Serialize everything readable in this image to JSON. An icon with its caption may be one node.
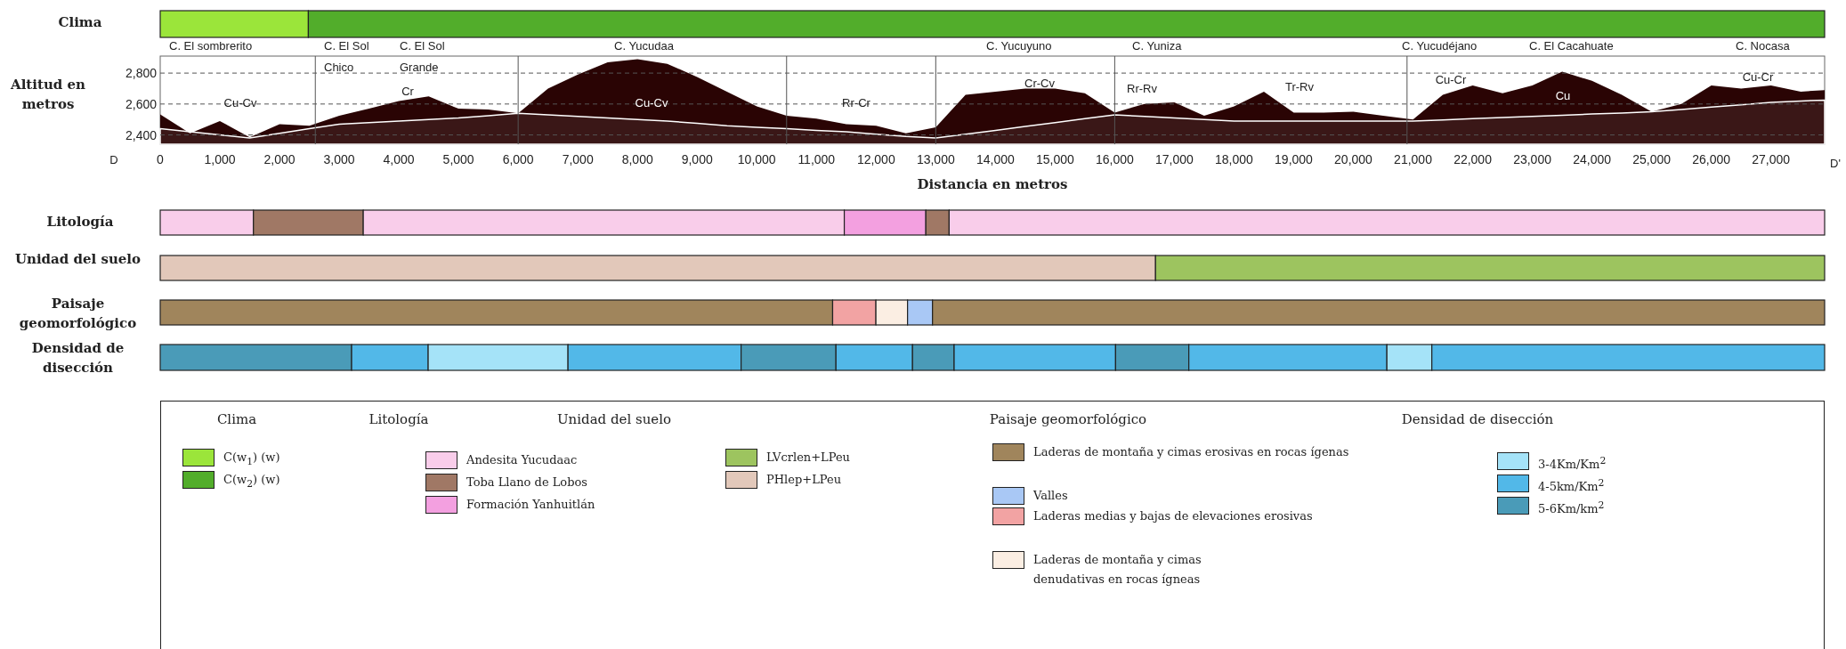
{
  "diagram": {
    "labels": [
      "Clima",
      "C. El sombrerito",
      "C. El Sol Chico",
      "C. El Sol Grande",
      "C. Yucudaa",
      "C. Yucuyuno",
      "C. Yuniza",
      "C. Yucudéjano",
      "C. El Cacahuate",
      "C. Nocasa",
      "Cu-Cv",
      "Cr",
      "Cu-Cv",
      "Rr-Cr",
      "Cr-Cv",
      "Rr-Rv",
      "Tr-Rv",
      "Cu-Cr",
      "Cu",
      "Cu-Cr",
      "D",
      "D'",
      "Litología",
      "Unidad del suelo",
      "Paisaje geomorfológico",
      "Densidad de disección",
      "Clima",
      "Litología",
      "Unidad del suelo",
      "Paisaje geomorfológico",
      "Densidad de disección"
    ],
    "legend": [
      {
        "text": "C(w$_{1}$) (w)",
        "color": "#9be53a"
      },
      {
        "text": "C(w$_{2}$) (w)",
        "color": "#52ad2b"
      },
      {
        "text": "Andesita Yucudaac",
        "color": "#f9cdea"
      },
      {
        "text": "Toba Llano de Lobos",
        "color": "#a07865"
      },
      {
        "text": "Formación Yanhuitlán",
        "color": "#f3a0e0"
      },
      {
        "text": "LVcrlen+LPeu",
        "color": "#9dc45f"
      },
      {
        "text": "PHlep+LPeu",
        "color": "#e2c8ba"
      },
      {
        "text": "Laderas de montaña y cimas erosivas en rocas ígenas",
        "color": "#a0855c"
      },
      {
        "text": "Valles",
        "color": "#a9c8f5"
      },
      {
        "text": "Laderas medias y bajas de elevaciones erosivas",
        "color": "#f2a3a3"
      },
      {
        "text": "Laderas de montaña y cimas denudativas en rocas ígneas",
        "color": "#fbeee3"
      },
      {
        "text": "3-4Km/Km$^{2}$",
        "color": "#a5e3f8"
      },
      {
        "text": "4-5km/Km$^{2}$",
        "color": "#52b8e8"
      },
      {
        "text": "5-6Km/km$^{2}$",
        "color": "#4a9bb8"
      }
    ],
    "chart_data": {
      "type": "area",
      "xlabel": "Distancia en metros",
      "ylabel": "Altitud en metros",
      "x": [
        0,
        500,
        1000,
        1500,
        2000,
        2500,
        3000,
        3500,
        4000,
        4500,
        5000,
        5500,
        6000,
        6500,
        7000,
        7500,
        8000,
        8500,
        9000,
        9500,
        10000,
        10500,
        11000,
        11500,
        12000,
        12500,
        13000,
        13500,
        14000,
        14500,
        15000,
        15500,
        16000,
        16500,
        17000,
        17500,
        18000,
        18500,
        19000,
        19500,
        20000,
        20500,
        21000,
        21500,
        22000,
        22500,
        23000,
        23500,
        24000,
        24500,
        25000,
        25500,
        26000,
        26500,
        27000,
        27500,
        27900
      ],
      "series": [
        {
          "color": "#2a0404",
          "values": [
            2533,
            2410,
            2490,
            2385,
            2470,
            2460,
            2525,
            2570,
            2620,
            2650,
            2570,
            2565,
            2540,
            2700,
            2790,
            2870,
            2890,
            2860,
            2775,
            2680,
            2585,
            2525,
            2505,
            2470,
            2460,
            2410,
            2450,
            2660,
            2680,
            2700,
            2700,
            2670,
            2545,
            2600,
            2610,
            2525,
            2585,
            2680,
            2545,
            2545,
            2550,
            2525,
            2500,
            2660,
            2720,
            2670,
            2720,
            2810,
            2750,
            2660,
            2550,
            2600,
            2720,
            2700,
            2720,
            2680,
            2690
          ]
        },
        {
          "color": "#ffffff",
          "values": [
            2440,
            2420,
            2400,
            2380,
            2410,
            2440,
            2470,
            2480,
            2490,
            2500,
            2510,
            2525,
            2540,
            2530,
            2520,
            2510,
            2500,
            2490,
            2475,
            2460,
            2450,
            2440,
            2430,
            2420,
            2405,
            2390,
            2380,
            2405,
            2430,
            2455,
            2480,
            2505,
            2530,
            2520,
            2510,
            2500,
            2490,
            2490,
            2490,
            2490,
            2490,
            2490,
            2490,
            2497,
            2505,
            2512,
            2520,
            2527,
            2535,
            2542,
            2550,
            2565,
            2580,
            2595,
            2610,
            2620,
            2625
          ]
        }
      ],
      "grid": true,
      "xlim": [
        0,
        27900
      ],
      "ylim": [
        2340,
        2910
      ],
      "xticks": [
        {
          "value": 0,
          "label": "0"
        },
        {
          "value": 1000,
          "label": "1,000"
        },
        {
          "value": 2000,
          "label": "2,000"
        },
        {
          "value": 3000,
          "label": "3,000"
        },
        {
          "value": 4000,
          "label": "4,000"
        },
        {
          "value": 5000,
          "label": "5,000"
        },
        {
          "value": 6000,
          "label": "6,000"
        },
        {
          "value": 7000,
          "label": "7,000"
        },
        {
          "value": 8000,
          "label": "8,000"
        },
        {
          "value": 9000,
          "label": "9,000"
        },
        {
          "value": 10000,
          "label": "10,000"
        },
        {
          "value": 11000,
          "label": "11,000"
        },
        {
          "value": 12000,
          "label": "12,000"
        },
        {
          "value": 13000,
          "label": "13,000"
        },
        {
          "value": 14000,
          "label": "14,000"
        },
        {
          "value": 15000,
          "label": "15,000"
        },
        {
          "value": 16000,
          "label": "16,000"
        },
        {
          "value": 17000,
          "label": "17,000"
        },
        {
          "value": 18000,
          "label": "18,000"
        },
        {
          "value": 19000,
          "label": "19,000"
        },
        {
          "value": 20000,
          "label": "20,000"
        },
        {
          "value": 21000,
          "label": "21,000"
        },
        {
          "value": 22000,
          "label": "22,000"
        },
        {
          "value": 23000,
          "label": "23,000"
        },
        {
          "value": 24000,
          "label": "24,000"
        },
        {
          "value": 25000,
          "label": "25,000"
        },
        {
          "value": 26000,
          "label": "26,000"
        },
        {
          "value": 27000,
          "label": "27,000"
        }
      ],
      "yticks": [
        {
          "value": 2400,
          "label": "2,400"
        },
        {
          "value": 2600,
          "label": "2,600"
        },
        {
          "value": 2800,
          "label": "2,800"
        }
      ]
    }
  }
}
